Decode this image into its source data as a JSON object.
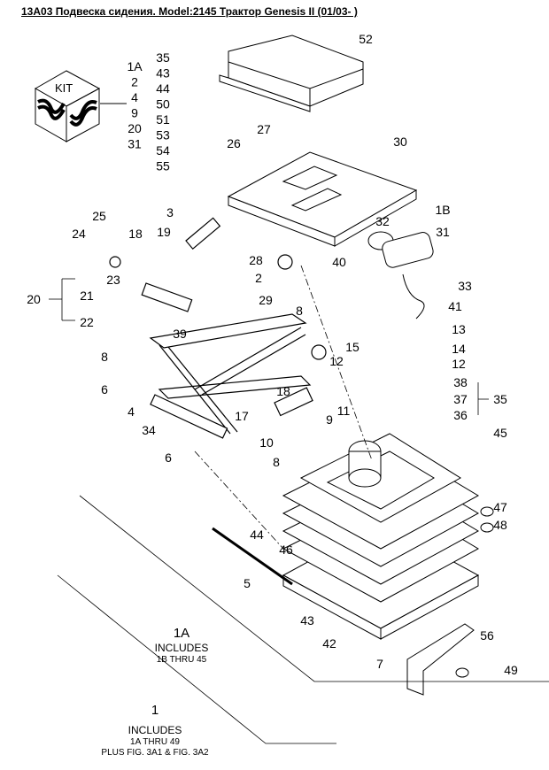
{
  "title": "13A03 Подвеска сидения. Model:2145 Трактор Genesis II (01/03- )",
  "kit": {
    "label": "KIT",
    "col1": [
      "1A",
      "2",
      "4",
      "9",
      "20",
      "31"
    ],
    "col2": [
      "35",
      "43",
      "44",
      "50",
      "51",
      "53",
      "54",
      "55"
    ]
  },
  "callouts": [
    "52",
    "26",
    "27",
    "30",
    "1B",
    "3",
    "32",
    "31",
    "25",
    "24",
    "18",
    "19",
    "28",
    "40",
    "2",
    "23",
    "21",
    "20",
    "22",
    "29",
    "33",
    "8",
    "41",
    "13",
    "39",
    "15",
    "14",
    "8",
    "12",
    "12",
    "6",
    "38",
    "37",
    "35",
    "4",
    "18",
    "11",
    "36",
    "9",
    "17",
    "34",
    "10",
    "45",
    "8",
    "6",
    "47",
    "48",
    "44",
    "46",
    "5",
    "43",
    "42",
    "56",
    "7",
    "49"
  ],
  "notes": {
    "n1a": {
      "id": "1A",
      "line1": "INCLUDES",
      "line2": "1B THRU 45"
    },
    "n1": {
      "id": "1",
      "line1": "INCLUDES",
      "line2": "1A THRU 49",
      "line3": "PLUS FIG. 3A1 & FIG. 3A2"
    }
  }
}
